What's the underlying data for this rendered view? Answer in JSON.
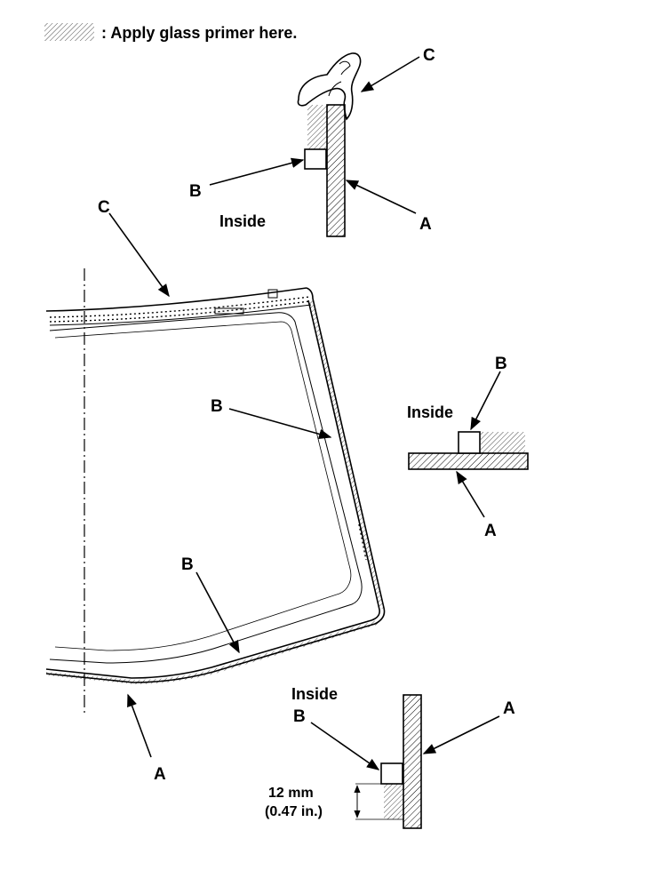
{
  "legend": {
    "text": ": Apply glass primer here."
  },
  "labels": {
    "a": "A",
    "b": "B",
    "c": "C"
  },
  "inside": "Inside",
  "dimension": {
    "mm": "12 mm",
    "inches": "(0.47 in.)"
  }
}
